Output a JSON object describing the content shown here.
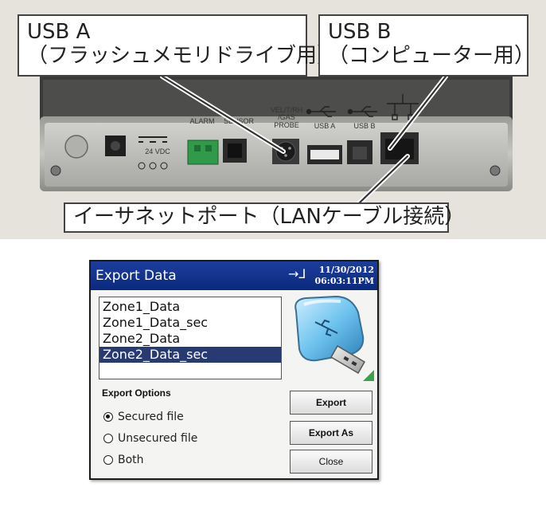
{
  "callouts": {
    "usb_a": {
      "line1": "USB A",
      "line2": "（フラッシュメモリドライブ用）"
    },
    "usb_b": {
      "line1": "USB B",
      "line2": "（コンピューター用）"
    },
    "lan": "イーサネットポート（LANケーブル接続）"
  },
  "device": {
    "labels": {
      "power": "24 VDC",
      "alarm": "ALARM",
      "sensor": "SENSOR",
      "probe": "VEL/T/RH\n/GAS\nPROBE",
      "usb_a": "USB A",
      "usb_b": "USB B"
    }
  },
  "dialog": {
    "title": "Export Data",
    "usb_icon": "usb-connected-icon",
    "date": "11/30/2012",
    "time": "06:03:11PM",
    "files": [
      {
        "name": "Zone1_Data",
        "selected": false
      },
      {
        "name": "Zone1_Data_sec",
        "selected": false
      },
      {
        "name": "Zone2_Data",
        "selected": false
      },
      {
        "name": "Zone2_Data_sec",
        "selected": true
      }
    ],
    "export_options": {
      "heading": "Export Options",
      "choices": [
        {
          "label": "Secured file",
          "checked": true
        },
        {
          "label": "Unsecured file",
          "checked": false
        },
        {
          "label": "Both",
          "checked": false
        }
      ]
    },
    "buttons": {
      "export": "Export",
      "export_as": "Export As",
      "close": "Close"
    }
  },
  "colors": {
    "title_bar": "#0a2a7e",
    "selection": "#283a72",
    "photo_background": "#e6e3dc",
    "terminal_green": "#2f9a4a"
  }
}
